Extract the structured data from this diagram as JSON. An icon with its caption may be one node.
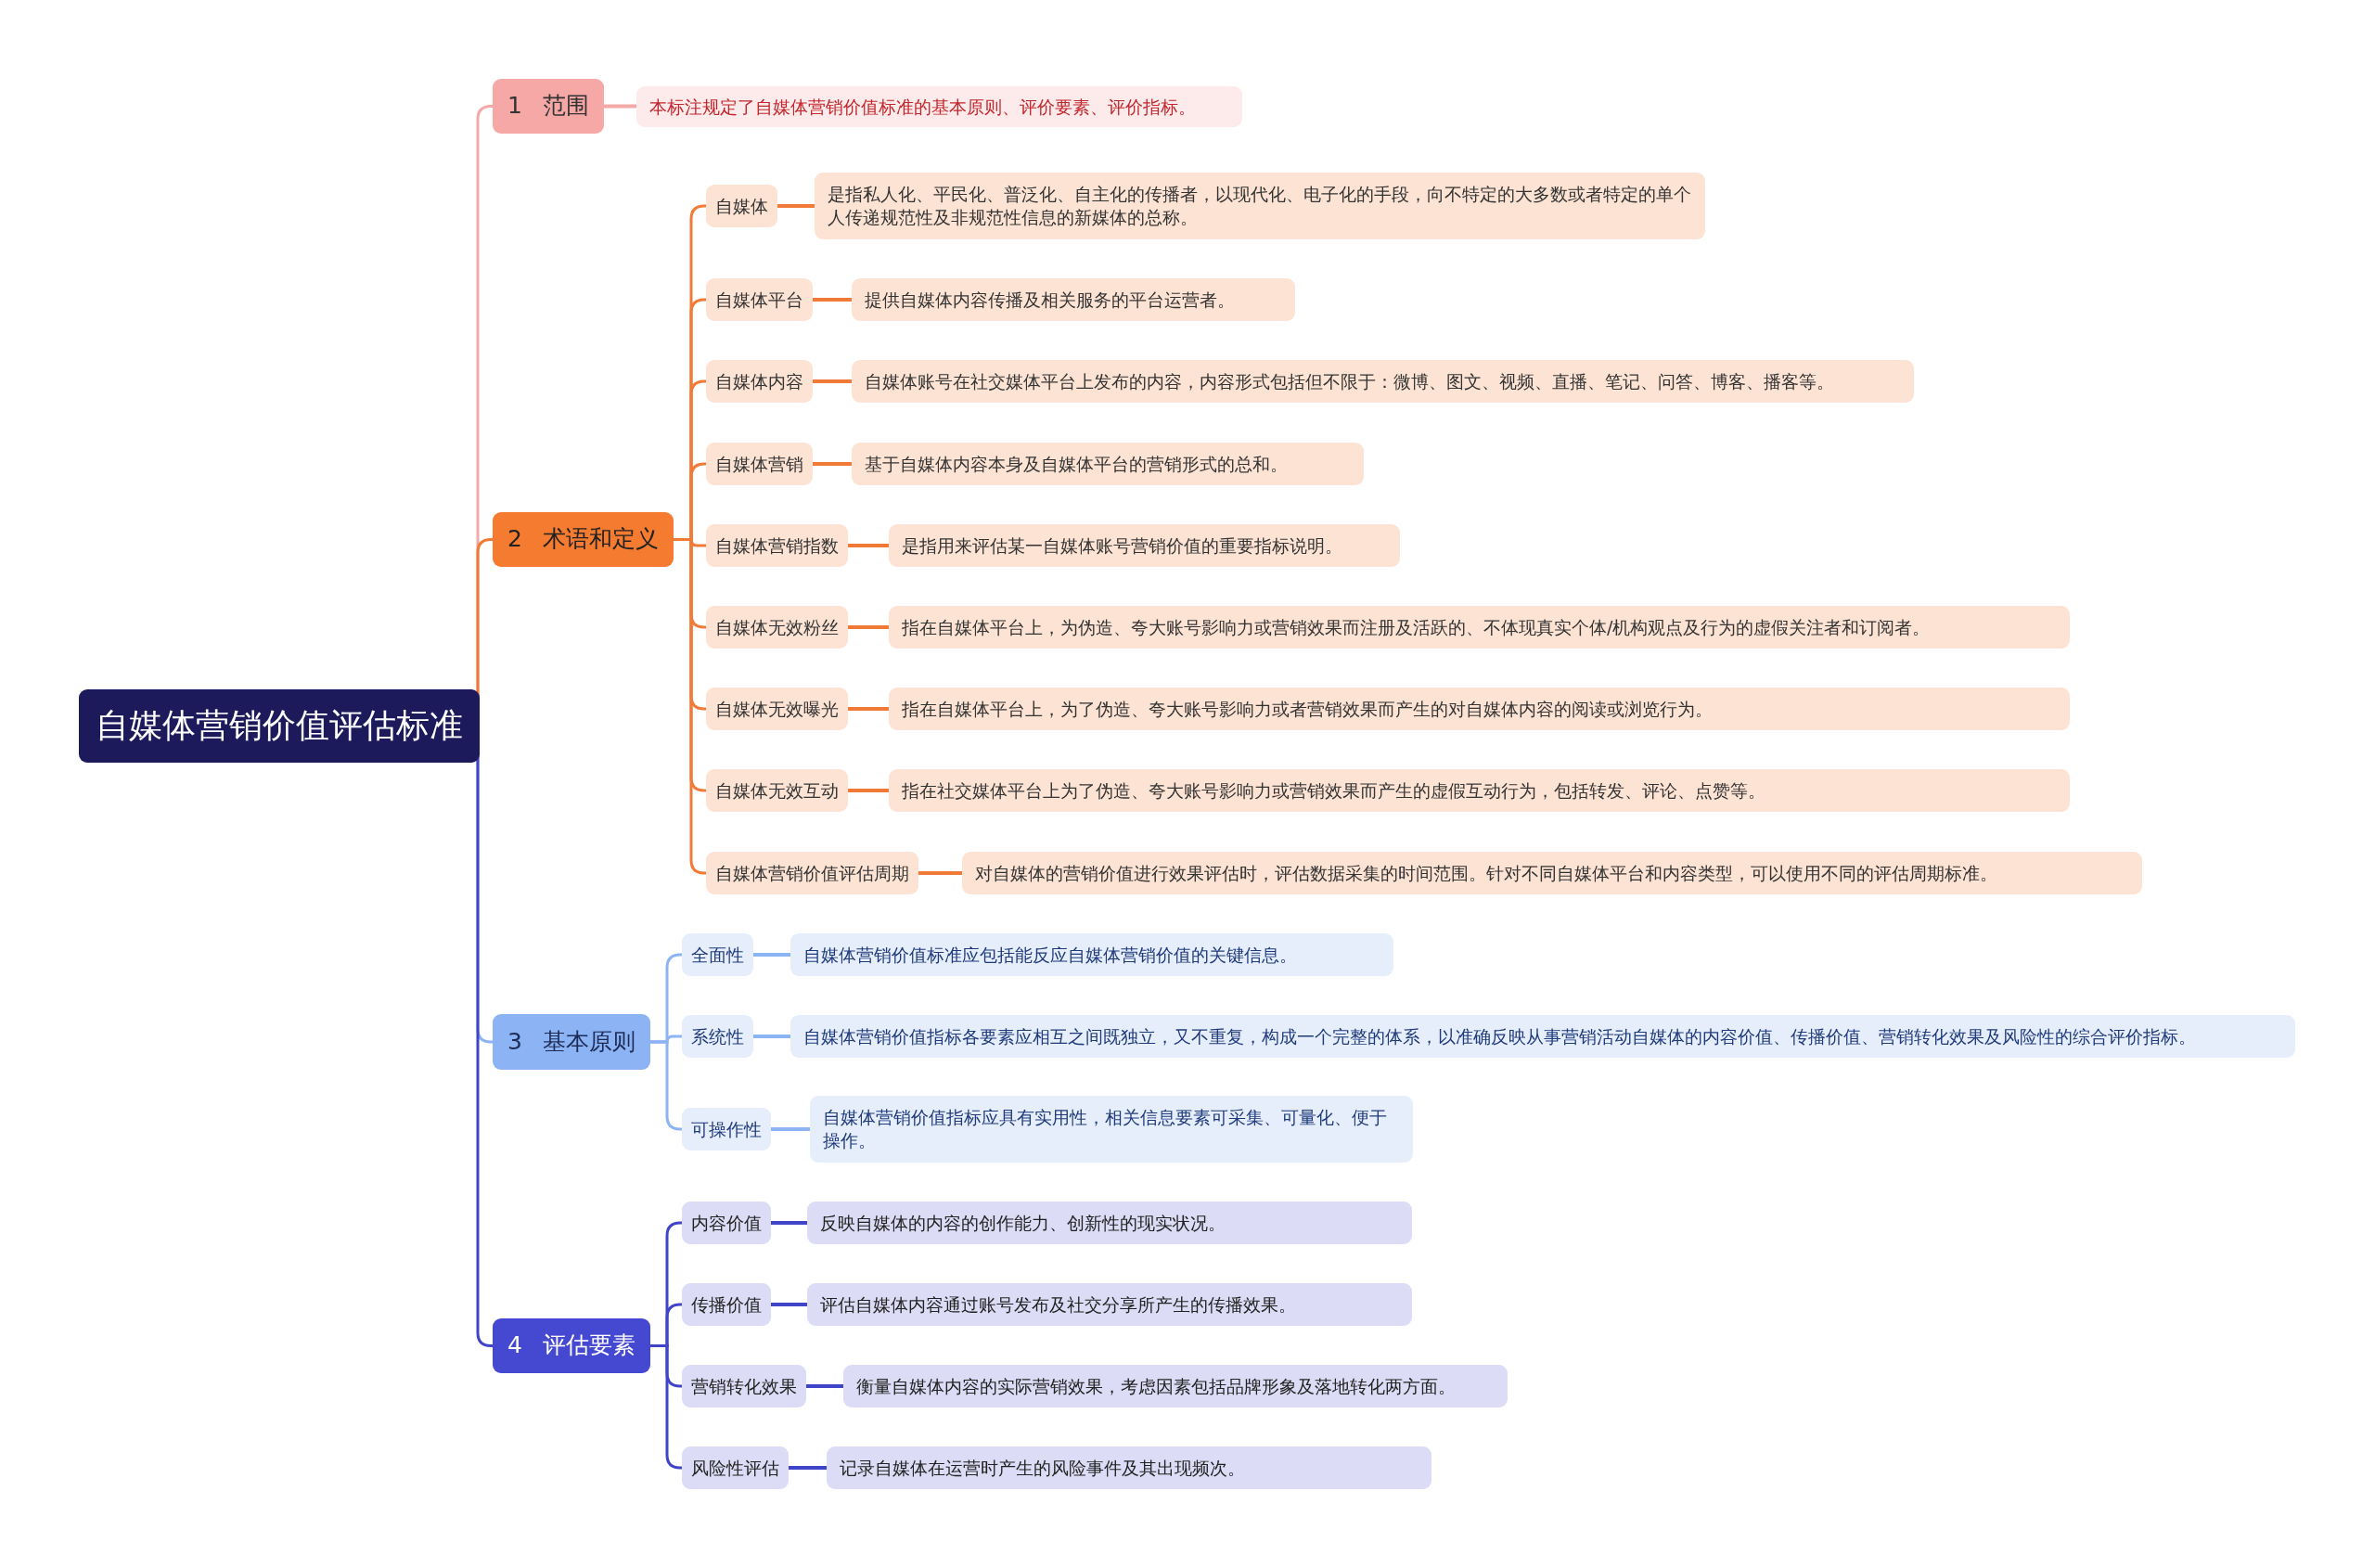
{
  "diagram": {
    "nodes": [
      {
        "text": [
          "自媒体营销价值评估标准"
        ]
      },
      {
        "text": [
          "1 范围"
        ]
      },
      {
        "text": [
          "本标注规定了自媒体营销价值标准的基本原则、评价要素、评价指标。"
        ]
      },
      {
        "text": [
          "2 术语和定义"
        ]
      },
      {
        "text": [
          "自媒体"
        ]
      },
      {
        "text": [
          "是指私人化、平民化、普泛化、自主化的传播者，以现代化、电子化的手段，向不特定的大多数或者特定的单个人传递规范性及非规范性信息的新媒体的总称。"
        ]
      },
      {
        "text": [
          "自媒体平台"
        ]
      },
      {
        "text": [
          "提供自媒体内容传播及相关服务的平台运营者。"
        ]
      },
      {
        "text": [
          "自媒体内容"
        ]
      },
      {
        "text": [
          "自媒体账号在社交媒体平台上发布的内容，内容形式包括但不限于：微博、图文、视频、直播、笔记、问答、博客、播客等。"
        ]
      },
      {
        "text": [
          "自媒体营销"
        ]
      },
      {
        "text": [
          "基于自媒体内容本身及自媒体平台的营销形式的总和。"
        ]
      },
      {
        "text": [
          "自媒体营销指数"
        ]
      },
      {
        "text": [
          "是指用来评估某一自媒体账号营销价值的重要指标说明。"
        ]
      },
      {
        "text": [
          "自媒体无效粉丝"
        ]
      },
      {
        "text": [
          "指在自媒体平台上，为伪造、夸大账号影响力或营销效果而注册及活跃的、不体现真实个体/机构观点及行为的虚假关注者和订阅者。"
        ]
      },
      {
        "text": [
          "自媒体无效曝光"
        ]
      },
      {
        "text": [
          "指在自媒体平台上，为了伪造、夸大账号影响力或者营销效果而产生的对自媒体内容的阅读或浏览行为。"
        ]
      },
      {
        "text": [
          "自媒体无效互动"
        ]
      },
      {
        "text": [
          "指在社交媒体平台上为了伪造、夸大账号影响力或营销效果而产生的虚假互动行为，包括转发、评论、点赞等。"
        ]
      },
      {
        "text": [
          "自媒体营销价值评估周期"
        ]
      },
      {
        "text": [
          "对自媒体的营销价值进行效果评估时，评估数据采集的时间范围。针对不同自媒体平台和内容类型，可以使用不同的评估周期标准。"
        ]
      },
      {
        "text": [
          "3 基本原则"
        ]
      },
      {
        "text": [
          "全面性"
        ]
      },
      {
        "text": [
          "自媒体营销价值标准应包括能反应自媒体营销价值的关键信息。"
        ]
      },
      {
        "text": [
          "系统性"
        ]
      },
      {
        "text": [
          "自媒体营销价值指标各要素应相互之间既独立，又不重复，构成一个完整的体系，以准确反映从事营销活动自媒体的内容价值、传播价值、营销转化效果及风险性的综合评价指标。"
        ]
      },
      {
        "text": [
          "可操作性"
        ]
      },
      {
        "text": [
          "自媒体营销价值指标应具有实用性，相关信息要素可采集、可量化、便于操作。"
        ]
      },
      {
        "text": [
          "4 评估要素"
        ]
      },
      {
        "text": [
          "内容价值"
        ]
      },
      {
        "text": [
          "反映自媒体的内容的创作能力、创新性的现实状况。"
        ]
      },
      {
        "text": [
          "传播价值"
        ]
      },
      {
        "text": [
          "评估自媒体内容通过账号发布及社交分享所产生的传播效果。"
        ]
      },
      {
        "text": [
          "营销转化效果"
        ]
      },
      {
        "text": [
          "衡量自媒体内容的实际营销效果，考虑因素包括品牌形象及落地转化两方面。"
        ]
      },
      {
        "text": [
          "风险性评估"
        ]
      },
      {
        "text": [
          "记录自媒体在运营时产生的风险事件及其出现频次。"
        ]
      }
    ],
    "edges": [
      {
        "from": 0,
        "to": 1,
        "arrow": "none",
        "color": "#f4a9a8"
      },
      {
        "from": 1,
        "to": 2,
        "arrow": "none",
        "color": "#f4a9a8"
      },
      {
        "from": 0,
        "to": 3,
        "arrow": "none"
      },
      {
        "from": 3,
        "to": 4,
        "arrow": "none"
      },
      {
        "from": 4,
        "to": 5,
        "arrow": "none"
      },
      {
        "from": 3,
        "to": 6,
        "arrow": "none"
      },
      {
        "from": 6,
        "to": 7,
        "arrow": "none"
      },
      {
        "from": 3,
        "to": 8,
        "arrow": "none"
      },
      {
        "from": 8,
        "to": 9,
        "arrow": "none"
      },
      {
        "from": 3,
        "to": 10,
        "arrow": "none"
      },
      {
        "from": 10,
        "to": 11,
        "arrow": "none"
      },
      {
        "from": 3,
        "to": 12,
        "arrow": "none"
      },
      {
        "from": 12,
        "to": 13,
        "arrow": "none"
      },
      {
        "from": 3,
        "to": 14,
        "arrow": "none"
      },
      {
        "from": 14,
        "to": 15,
        "arrow": "none"
      },
      {
        "from": 3,
        "to": 16,
        "arrow": "none"
      },
      {
        "from": 16,
        "to": 17,
        "arrow": "none"
      },
      {
        "from": 3,
        "to": 18,
        "arrow": "none"
      },
      {
        "from": 18,
        "to": 19,
        "arrow": "none"
      },
      {
        "from": 3,
        "to": 20,
        "arrow": "none"
      },
      {
        "from": 20,
        "to": 21,
        "arrow": "none"
      },
      {
        "from": 0,
        "to": 22,
        "arrow": "none",
        "color": "#8cb4f5"
      },
      {
        "from": 22,
        "to": 23,
        "arrow": "none",
        "color": "#8cb4f5"
      },
      {
        "from": 23,
        "to": 24,
        "arrow": "none",
        "color": "#8cb4f5"
      },
      {
        "from": 22,
        "to": 25,
        "arrow": "none",
        "color": "#8cb4f5"
      },
      {
        "from": 25,
        "to": 26,
        "arrow": "none",
        "color": "#8cb4f5"
      },
      {
        "from": 22,
        "to": 27,
        "arrow": "none",
        "color": "#8cb4f5"
      },
      {
        "from": 27,
        "to": 28,
        "arrow": "none",
        "color": "#8cb4f5"
      },
      {
        "from": 0,
        "to": 29,
        "arrow": "none",
        "color": "#3f44c8"
      },
      {
        "from": 29,
        "to": 30,
        "arrow": "none",
        "color": "#3f44c8"
      },
      {
        "from": 30,
        "to": 31,
        "arrow": "none",
        "color": "#3f44c8"
      },
      {
        "from": 29,
        "to": 32,
        "arrow": "none",
        "color": "#3f44c8"
      },
      {
        "from": 32,
        "to": 33,
        "arrow": "none",
        "color": "#3f44c8"
      },
      {
        "from": 29,
        "to": 34,
        "arrow": "none",
        "color": "#3f44c8"
      },
      {
        "from": 34,
        "to": 35,
        "arrow": "none",
        "color": "#3f44c8"
      },
      {
        "from": 29,
        "to": 36,
        "arrow": "none",
        "color": "#3f44c8"
      },
      {
        "from": 36,
        "to": 37,
        "arrow": "none",
        "color": "#3f44c8"
      }
    ]
  }
}
